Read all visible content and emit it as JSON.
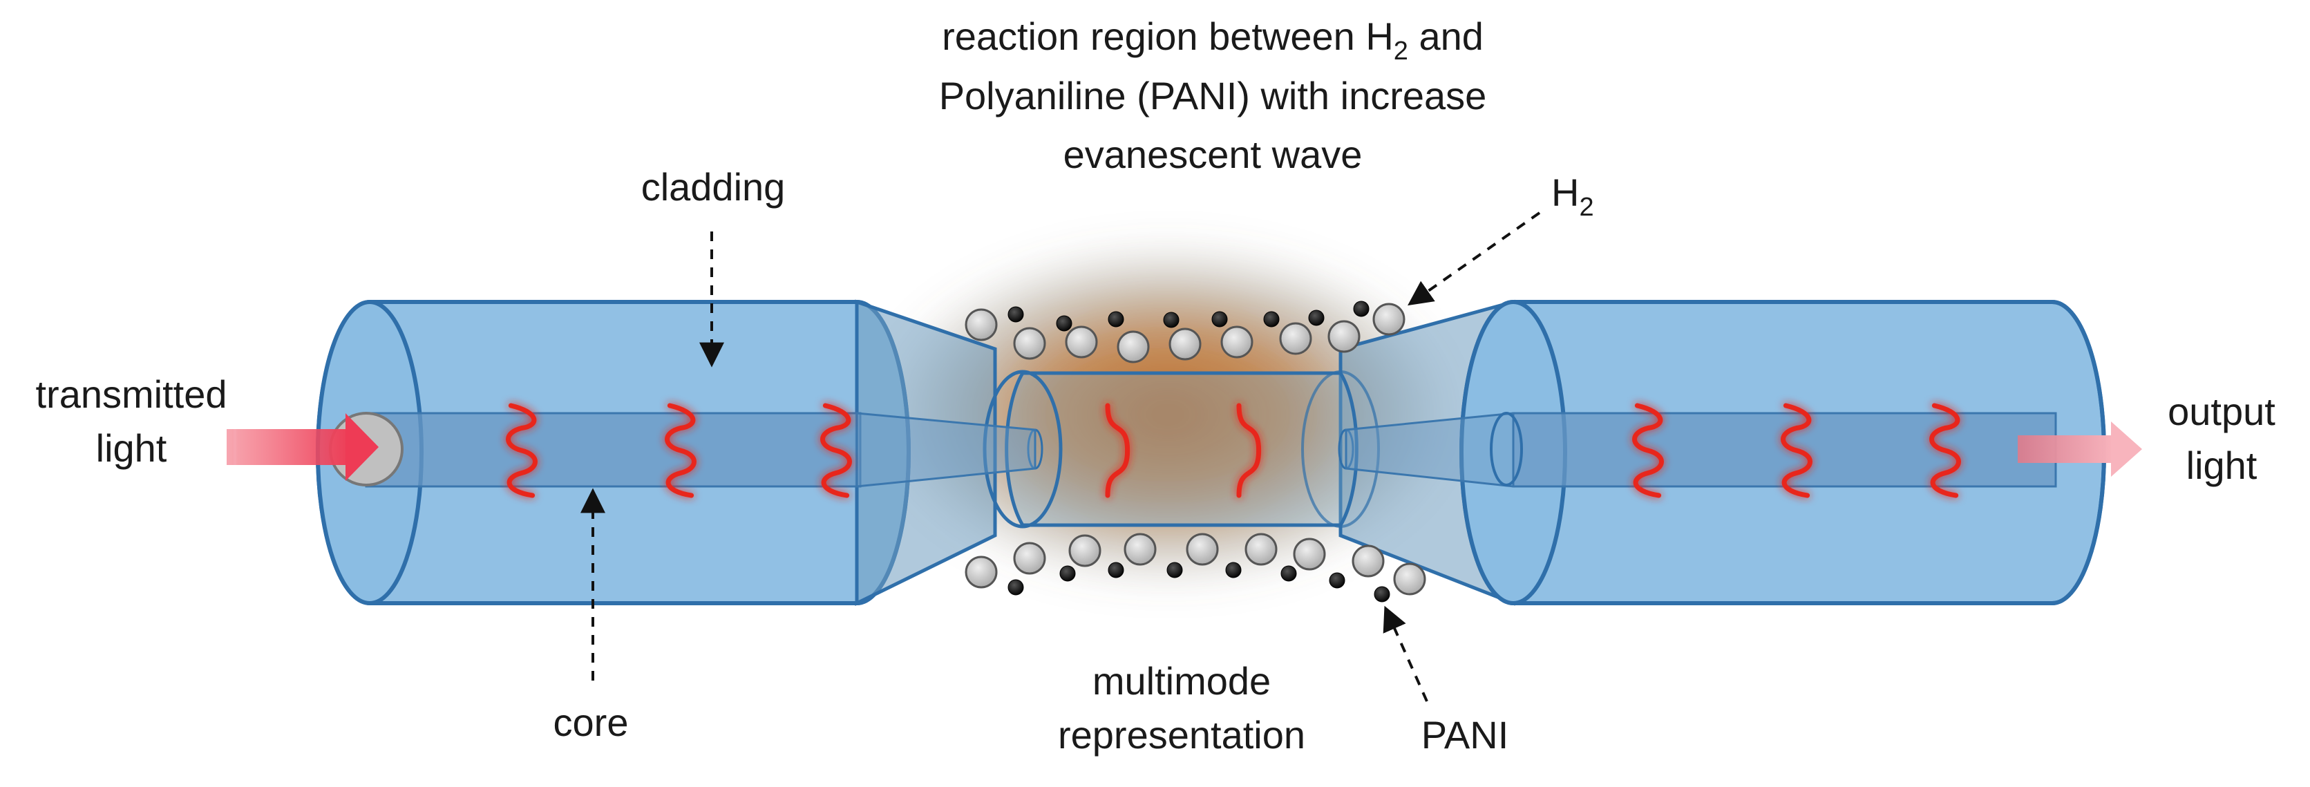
{
  "labels": {
    "reaction_line1_pre": "reaction region between H",
    "reaction_line1_sub": "2",
    "reaction_line1_post": " and",
    "reaction_line2": "Polyaniline (PANI) with increase",
    "reaction_line3": "evanescent wave",
    "h2_main": "H",
    "h2_sub": "2",
    "cladding": "cladding",
    "core": "core",
    "transmitted_line1": "transmitted",
    "transmitted_line2": "light",
    "output_line1": "output",
    "output_line2": "light",
    "multimode_line1": "multimode",
    "multimode_line2": "representation",
    "pani": "PANI"
  },
  "colors": {
    "fiber_fill": "#8bbde3",
    "fiber_stroke": "#2f6faa",
    "core_fill": "#6a98c4",
    "glow": "#b8651e",
    "wave": "#e8261a",
    "input_arrow": "#f0506a",
    "output_arrow": "#f5a0ac",
    "h2_particle": "#c8c8c8",
    "pani_particle": "#111111"
  }
}
